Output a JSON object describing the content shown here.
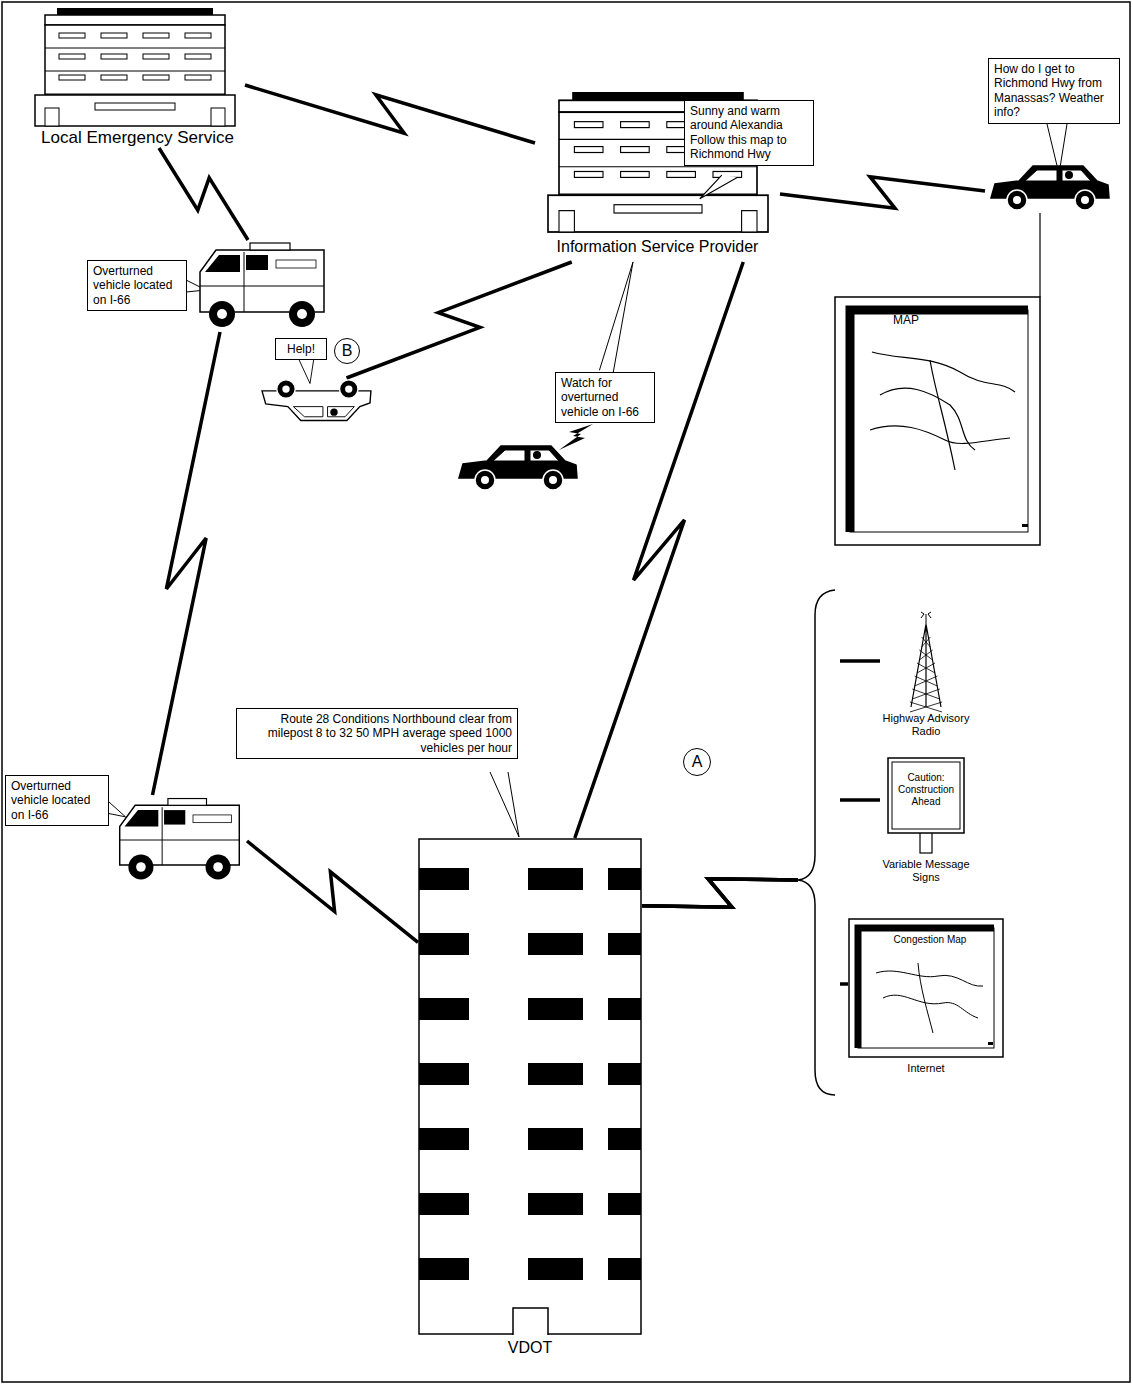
{
  "diagram": {
    "nodes": [
      {
        "text": [
          "Local Emergency Service"
        ]
      },
      {
        "text": [
          "Information Service Provider",
          "Sunny and warm around Alexandia Follow this map to Richmond Hwy"
        ]
      },
      {
        "text": [
          "How do I get to Richmond Hwy from Manassas? Weather info?"
        ]
      },
      {
        "text": [
          "Overturned vehicle located on I-66"
        ]
      },
      {
        "text": [
          "Help!"
        ]
      },
      {
        "text": [
          "Watch for overturned vehicle on I-66"
        ]
      },
      {
        "text": [
          "Overturned vehicle located on I-66"
        ]
      },
      {
        "text": [
          "VDOT",
          "Route 28 Conditions Northbound clear from milepost 8 to 32 50 MPH average speed 1000 vehicles per hour"
        ]
      },
      {
        "text": [
          "Highway Advisory Radio"
        ]
      },
      {
        "text": [
          "Caution: Construction Ahead",
          "Variable Message Signs"
        ]
      },
      {
        "text": [
          "Congestion Map",
          "Internet"
        ]
      }
    ],
    "edges": [
      {
        "from": 0,
        "to": 1,
        "arrow": "none"
      },
      {
        "from": 0,
        "to": 3,
        "arrow": "none"
      },
      {
        "from": 3,
        "to": 6,
        "arrow": "none"
      },
      {
        "from": 6,
        "to": 7,
        "arrow": "none"
      },
      {
        "from": 1,
        "to": 4,
        "arrow": "none"
      },
      {
        "from": 1,
        "to": 5,
        "arrow": "none"
      },
      {
        "from": 1,
        "to": 2,
        "arrow": "none"
      },
      {
        "from": 1,
        "to": 7,
        "arrow": "none"
      },
      {
        "from": 7,
        "to": 8,
        "arrow": "none"
      },
      {
        "from": 7,
        "to": 9,
        "arrow": "none"
      },
      {
        "from": 7,
        "to": 10,
        "arrow": "none"
      }
    ],
    "labels": [
      "B",
      "A",
      "MAP"
    ]
  }
}
